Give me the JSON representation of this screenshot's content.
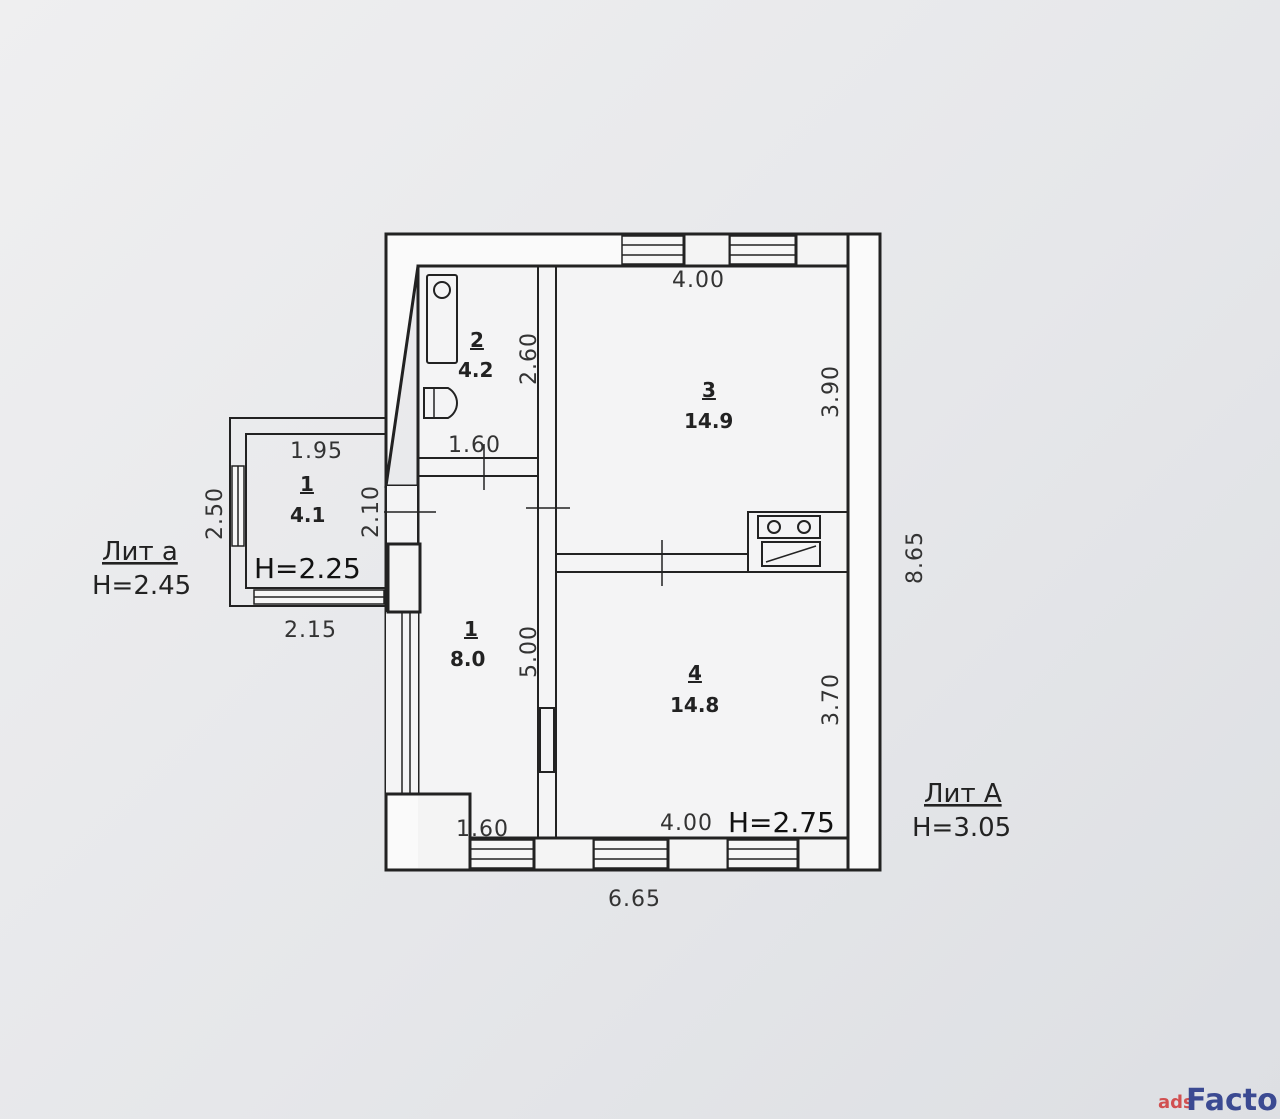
{
  "labels": {
    "lit_a_small": "Лит а",
    "lit_a_small_height": "H=2.45",
    "lit_a_big": "Лит А",
    "lit_a_big_height": "H=3.05"
  },
  "rooms": {
    "annex": {
      "number": "1",
      "area": "4.1",
      "height": "H=2.25"
    },
    "bathroom": {
      "number": "2",
      "area": "4.2"
    },
    "room3": {
      "number": "3",
      "area": "14.9"
    },
    "hall": {
      "number": "1",
      "area": "8.0"
    },
    "room4": {
      "number": "4",
      "area": "14.8"
    },
    "main_height": "H=2.75"
  },
  "dimensions": {
    "top_width": "4.00",
    "bathroom_height": "2.60",
    "room3_height": "3.90",
    "bath_width": "1.60",
    "annex_top": "1.95",
    "annex_side": "2.50",
    "annex_door": "2.10",
    "annex_bottom": "2.15",
    "total_height": "8.65",
    "hall_height": "5.00",
    "room4_height": "3.70",
    "hall_width": "1.60",
    "room4_width": "4.00",
    "total_width": "6.65"
  },
  "watermark": {
    "ads": "ads",
    "factory": "Factory"
  }
}
